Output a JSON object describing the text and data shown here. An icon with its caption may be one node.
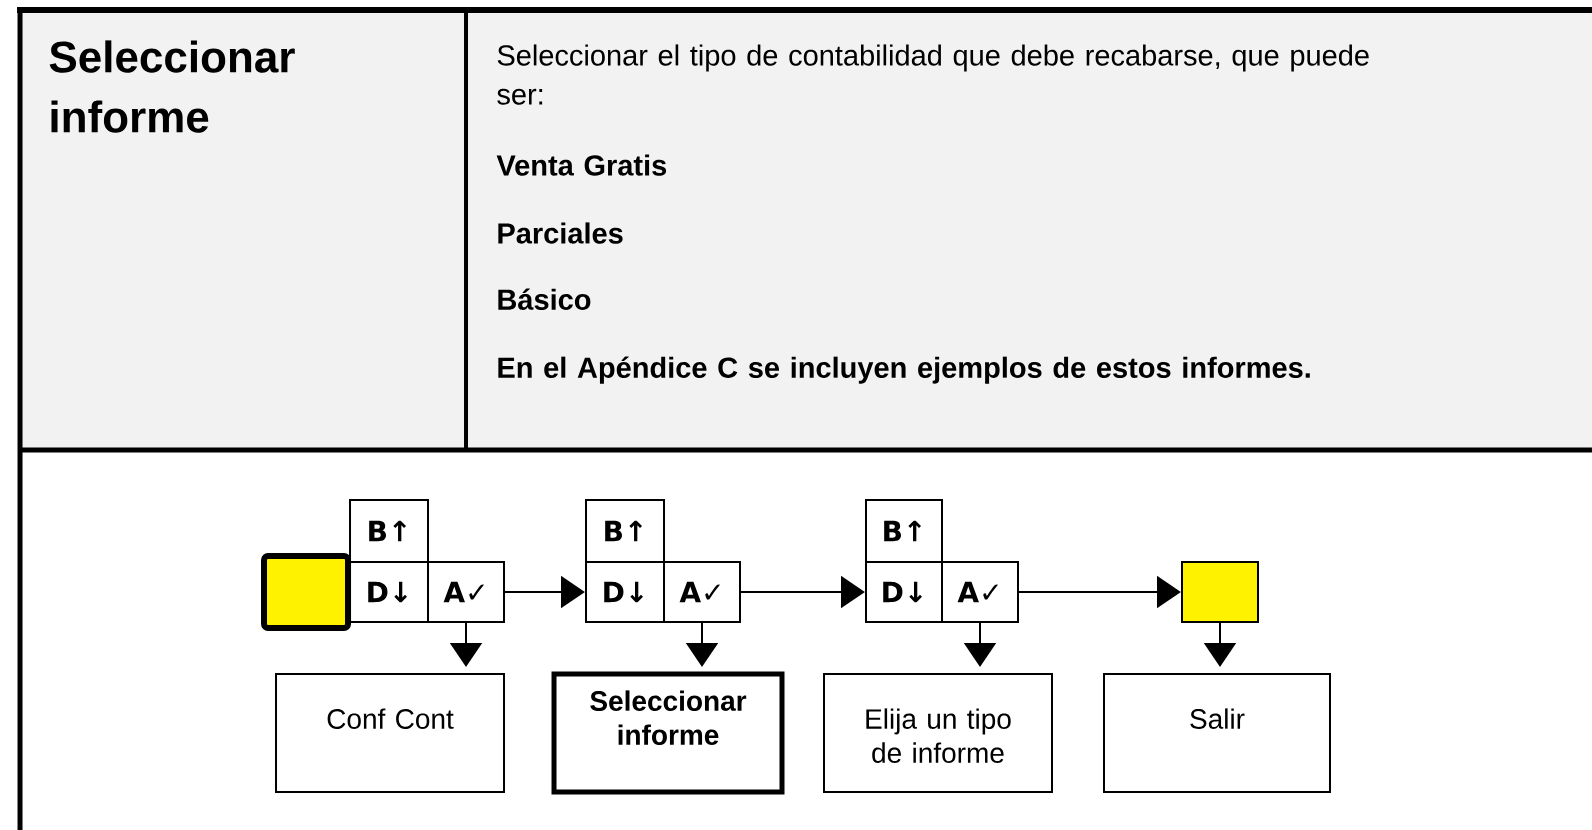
{
  "diagram": {
    "nodes": [
      {
        "text": [],
        "shape": "box"
      },
      {
        "text": [
          "B↑"
        ]
      },
      {
        "text": [
          "D↓"
        ]
      },
      {
        "text": [
          "A✓"
        ]
      },
      {
        "text": [
          "B↑"
        ]
      },
      {
        "text": [
          "D↓"
        ]
      },
      {
        "text": [
          "A✓"
        ]
      },
      {
        "text": [
          "B↑"
        ]
      },
      {
        "text": [
          "D↓"
        ]
      },
      {
        "text": [
          "A✓"
        ]
      },
      {
        "text": [],
        "shape": "box"
      },
      {
        "text": [
          "Conf Cont"
        ]
      },
      {
        "text": [
          "Seleccionar informe"
        ]
      },
      {
        "text": [
          "Elija un tipo de informe"
        ]
      },
      {
        "text": [
          "Salir"
        ]
      }
    ],
    "edges": [
      {
        "from": 3,
        "to": 5,
        "arrow": "to"
      },
      {
        "from": 6,
        "to": 8,
        "arrow": "to"
      },
      {
        "from": 9,
        "to": 10,
        "arrow": "to"
      },
      {
        "from": 3,
        "to": 11,
        "arrow": "to"
      },
      {
        "from": 6,
        "to": 12,
        "arrow": "to"
      },
      {
        "from": 9,
        "to": 13,
        "arrow": "to"
      },
      {
        "from": 10,
        "to": 14,
        "arrow": "to"
      }
    ],
    "labels": [
      "Seleccionar informe",
      "Seleccionar el tipo de contabilidad que debe recabarse, que puede ser:",
      "Venta Gratis",
      "Parciales",
      "Básico",
      "En el Apéndice C se incluyen ejemplos de estos informes."
    ]
  }
}
